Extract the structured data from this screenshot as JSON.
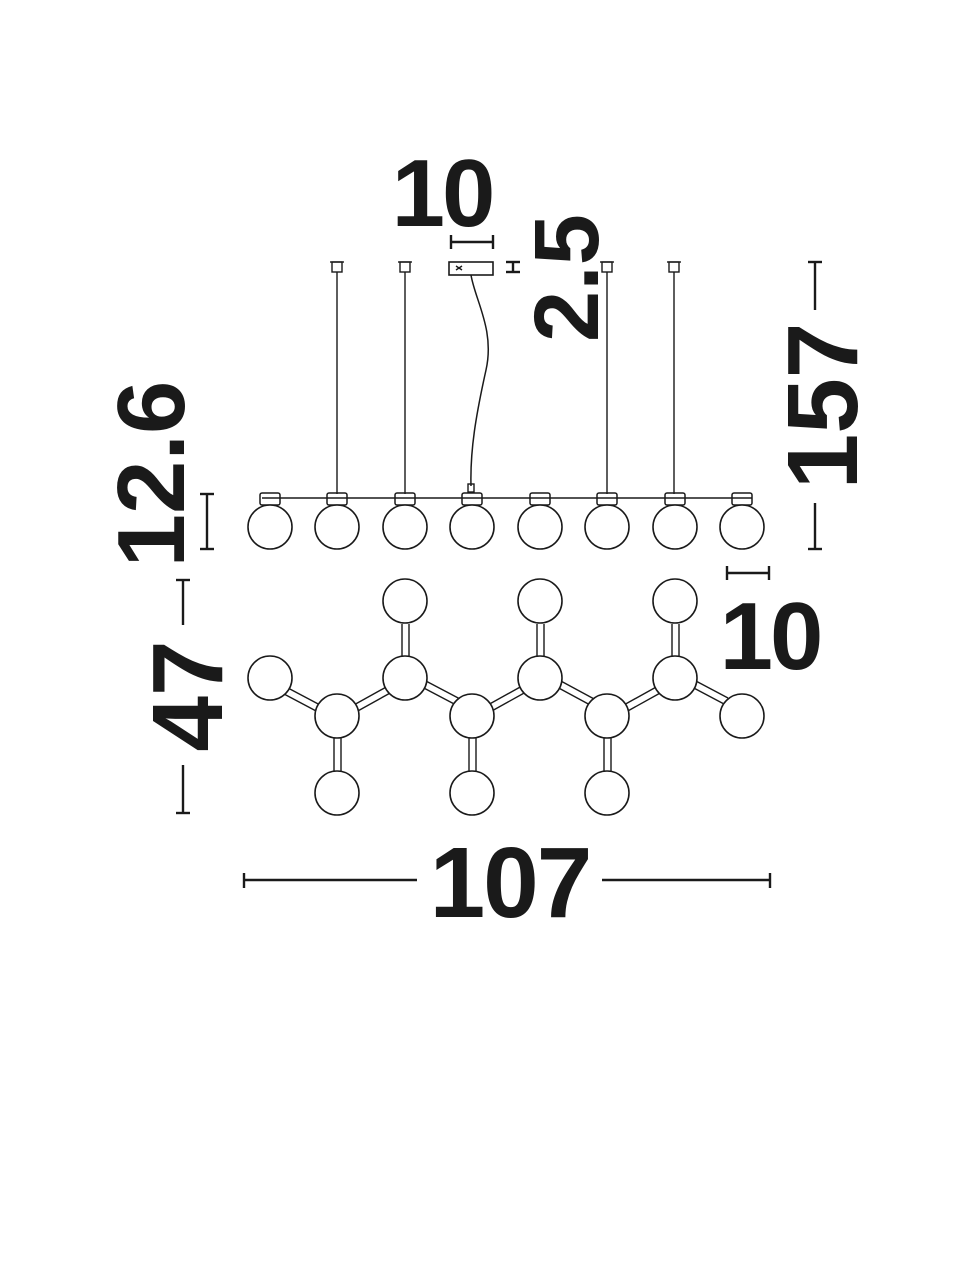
{
  "dimensions": {
    "canopy_width": "10",
    "canopy_height": "2.5",
    "total_height": "157",
    "body_height": "12.6",
    "globe_diameter": "10",
    "depth": "47",
    "width": "107"
  },
  "colors": {
    "ink": "#1a1a1a",
    "background": "#ffffff"
  }
}
